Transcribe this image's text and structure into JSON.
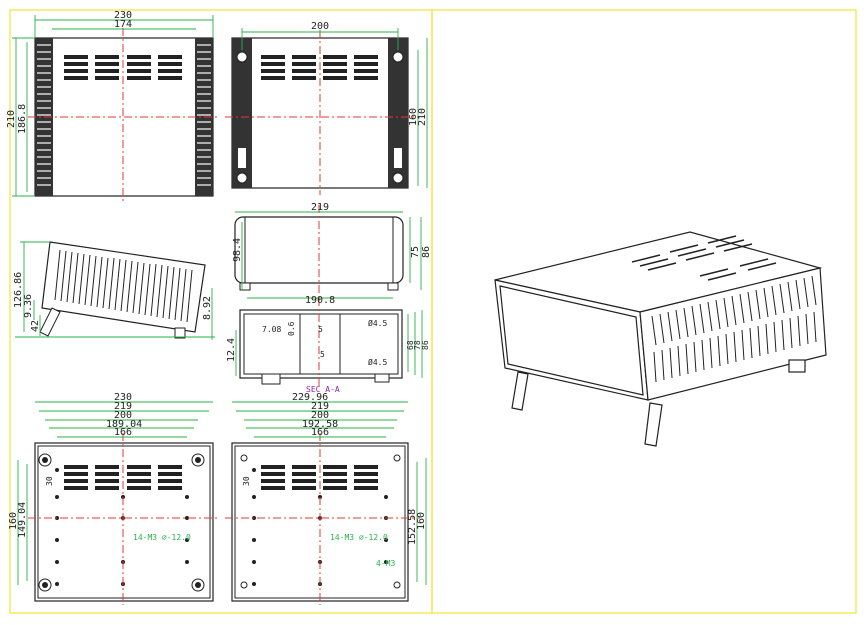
{
  "colors": {
    "frame": "#f3e33a",
    "dim_line": "#29b34a",
    "center_line": "#e53935",
    "outline": "#222222",
    "note": "#8e24aa"
  },
  "views": {
    "top_left": {
      "width_outer": "230",
      "width_inner": "174",
      "height_a": "210",
      "height_b": "186.8"
    },
    "top_right": {
      "width": "200",
      "height_a": "160",
      "height_b": "210"
    },
    "side": {
      "h1": "126.86",
      "h2": "9.36",
      "h3": "42",
      "h4": "8.92"
    },
    "front": {
      "width": "219",
      "h1": "98.4",
      "h2": "75",
      "h3": "86"
    },
    "section": {
      "width": "190.8",
      "a": "7.08",
      "b": "0.6",
      "c": "5",
      "d": "5",
      "e": "12.4",
      "hole1": "Ø4.5",
      "hole2": "Ø4.5",
      "r1": "68",
      "r2": "78",
      "r3": "86",
      "section_label": "SEC A-A"
    },
    "bottom_left": {
      "widths": [
        "230",
        "219",
        "200",
        "189.04",
        "166"
      ],
      "heights": [
        "160",
        "149.04"
      ],
      "pitch": "30",
      "note": "14-M3 ∅-12.0"
    },
    "bottom_right": {
      "widths": [
        "229.96",
        "219",
        "200",
        "192.58",
        "166"
      ],
      "heights": [
        "152.58",
        "160"
      ],
      "pitch": "30",
      "note": "14-M3 ∅-12.0",
      "note2": "4-M3"
    }
  }
}
